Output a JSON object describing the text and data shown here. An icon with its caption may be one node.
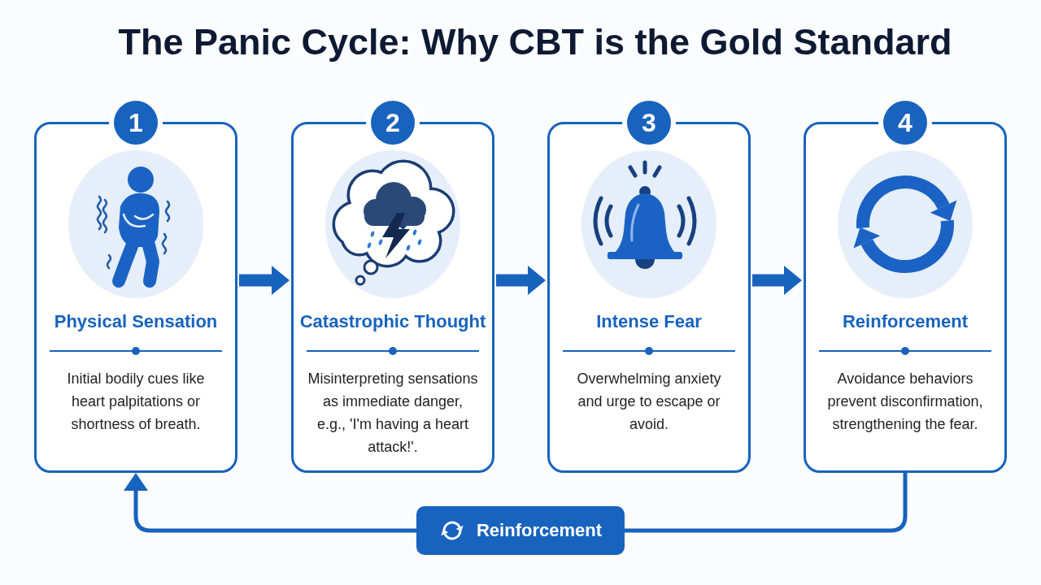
{
  "diagram": {
    "title": "The Panic Cycle: Why CBT is the Gold Standard",
    "nodes": [
      {
        "text": [
          "1",
          "Physical Sensation",
          "Initial bodily cues like heart palpitations or shortness of breath."
        ]
      },
      {
        "text": [
          "2",
          "Catastrophic Thought",
          "Misinterpreting sensations as immediate danger, e.g., 'I'm having a heart attack!'."
        ]
      },
      {
        "text": [
          "3",
          "Intense Fear",
          "Overwhelming anxiety and urge to escape or avoid."
        ]
      },
      {
        "text": [
          "4",
          "Reinforcement",
          "Avoidance behaviors prevent disconfirmation, strengthening the fear."
        ]
      }
    ],
    "edges": [
      {
        "from": 0,
        "to": 1,
        "arrow": "to"
      },
      {
        "from": 1,
        "to": 2,
        "arrow": "to"
      },
      {
        "from": 2,
        "to": 3,
        "arrow": "to"
      },
      {
        "from": 3,
        "to": 0,
        "arrow": "to",
        "label": "Reinforcement"
      }
    ]
  }
}
